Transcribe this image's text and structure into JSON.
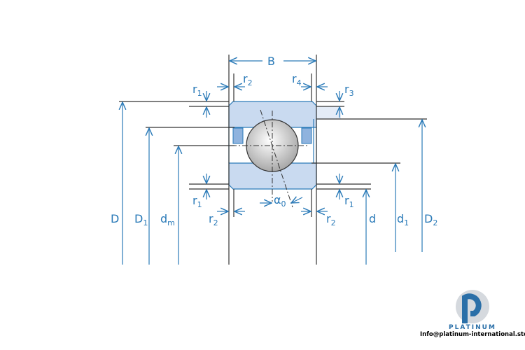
{
  "diagram": {
    "title_dimension": "B",
    "labels": {
      "D": {
        "main": "D",
        "sub": ""
      },
      "D1": {
        "main": "D",
        "sub": "1"
      },
      "dm": {
        "main": "d",
        "sub": "m"
      },
      "d": {
        "main": "d",
        "sub": ""
      },
      "d1": {
        "main": "d",
        "sub": "1"
      },
      "D2": {
        "main": "D",
        "sub": "2"
      },
      "r1": {
        "main": "r",
        "sub": "1"
      },
      "r2": {
        "main": "r",
        "sub": "2"
      },
      "r3": {
        "main": "r",
        "sub": "3"
      },
      "r4": {
        "main": "r",
        "sub": "4"
      },
      "alpha0": {
        "main": "α",
        "sub": "0"
      }
    }
  },
  "logo": {
    "brand": "PLATINUM",
    "email": "Info@platinum-international.store"
  },
  "colors": {
    "accent": "#2a7ab8",
    "ring_fill": "#c9daf0",
    "cage_fill": "#8fb3de"
  }
}
